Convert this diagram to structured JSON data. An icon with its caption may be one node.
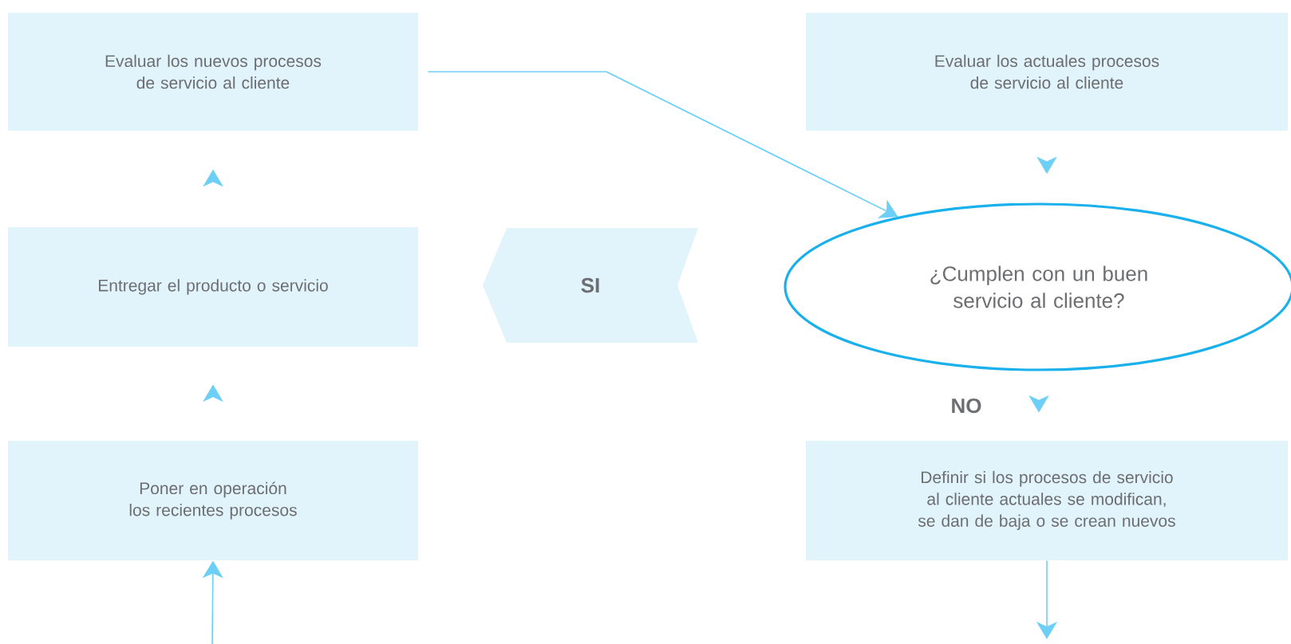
{
  "diagram": {
    "nodes": [
      {
        "text": [
          "Evaluar los nuevos procesos de servicio al cliente"
        ]
      },
      {
        "text": [
          "Evaluar los actuales procesos de servicio al cliente"
        ]
      },
      {
        "text": [
          "Entregar el producto o servicio"
        ]
      },
      {
        "text": [
          "SI"
        ]
      },
      {
        "text": [
          "¿Cumplen con un buen servicio al cliente?"
        ]
      },
      {
        "text": [
          "Poner en operación los recientes procesos"
        ]
      },
      {
        "text": [
          "Definir si los procesos de servicio al cliente actuales se modifican, se dan de baja o se crean nuevos"
        ]
      }
    ],
    "edges": [
      {
        "from": 0,
        "to": 4,
        "arrow": "to"
      },
      {
        "from": 1,
        "to": 4,
        "arrow": "to"
      },
      {
        "from": 4,
        "to": 6,
        "arrow": "to",
        "label": "NO"
      },
      {
        "from": 5,
        "to": 2,
        "arrow": "to"
      },
      {
        "from": 2,
        "to": 0,
        "arrow": "to"
      },
      {
        "from": null,
        "to": 5,
        "arrow": "to"
      },
      {
        "from": 6,
        "to": null,
        "arrow": "to"
      }
    ]
  }
}
